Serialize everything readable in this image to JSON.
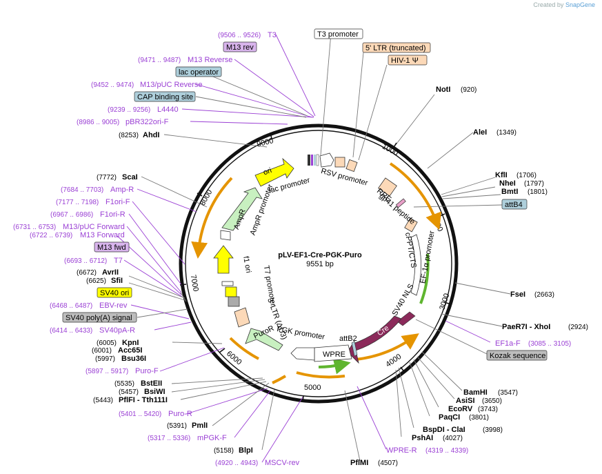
{
  "credit": {
    "prefix": "Created by",
    "brand": "SnapGene"
  },
  "plasmid": {
    "name": "pLV-EF1-Cre-PGK-Puro",
    "size": "9551 bp"
  },
  "ticks": [
    "1000",
    "2000",
    "3000",
    "4000",
    "5000",
    "6000",
    "7000",
    "8000",
    "9000"
  ],
  "colors": {
    "purple": "#9a3fd4",
    "yellow": "#ffff00",
    "orange": "#e59400",
    "green": "#5fb52f",
    "cre": "#8b2a5a",
    "ltr": "#fcd9b8",
    "blue": "#aecfdb",
    "gray": "#bdbdbd"
  },
  "callouts_left": [
    {
      "pos": "(9506 .. 9526)",
      "name": "T3",
      "kind": "primer"
    },
    {
      "name": "M13 rev",
      "kind": "box-purple"
    },
    {
      "pos": "(9471 .. 9487)",
      "name": "M13 Reverse",
      "kind": "primer"
    },
    {
      "name": "lac operator",
      "kind": "box-blue"
    },
    {
      "pos": "(9452 .. 9474)",
      "name": "M13/pUC Reverse",
      "kind": "primer"
    },
    {
      "name": "CAP binding site",
      "kind": "box-blue"
    },
    {
      "pos": "(9239 .. 9256)",
      "name": "L4440",
      "kind": "primer"
    },
    {
      "pos": "(8986 .. 9005)",
      "name": "pBR322ori-F",
      "kind": "primer"
    },
    {
      "pos": "(8253)",
      "name": "AhdI",
      "kind": "enzyme"
    },
    {
      "pos": "(7772)",
      "name": "ScaI",
      "kind": "enzyme"
    },
    {
      "pos": "(7684 .. 7703)",
      "name": "Amp-R",
      "kind": "primer"
    },
    {
      "pos": "(7177 .. 7198)",
      "name": "F1ori-F",
      "kind": "primer"
    },
    {
      "pos": "(6967 .. 6986)",
      "name": "F1ori-R",
      "kind": "primer"
    },
    {
      "pos": "(6731 .. 6753)",
      "name": "M13/pUC Forward",
      "kind": "primer"
    },
    {
      "pos": "(6722 .. 6739)",
      "name": "M13 Forward",
      "kind": "primer"
    },
    {
      "name": "M13 fwd",
      "kind": "box-purple"
    },
    {
      "pos": "(6693 .. 6712)",
      "name": "T7",
      "kind": "primer"
    },
    {
      "pos": "(6672)",
      "name": "AvrII",
      "kind": "enzyme"
    },
    {
      "pos": "(6625)",
      "name": "SfiI",
      "kind": "enzyme"
    },
    {
      "name": "SV40 ori",
      "kind": "box-yellow"
    },
    {
      "pos": "(6468 .. 6487)",
      "name": "EBV-rev",
      "kind": "primer"
    },
    {
      "name": "SV40 poly(A) signal",
      "kind": "box-gray"
    },
    {
      "pos": "(6414 .. 6433)",
      "name": "SV40pA-R",
      "kind": "primer"
    },
    {
      "pos": "(6005)",
      "name": "KpnI",
      "kind": "enzyme"
    },
    {
      "pos": "(6001)",
      "name": "Acc65I",
      "kind": "enzyme"
    },
    {
      "pos": "(5997)",
      "name": "Bsu36I",
      "kind": "enzyme"
    },
    {
      "pos": "(5897 .. 5917)",
      "name": "Puro-F",
      "kind": "primer"
    },
    {
      "pos": "(5535)",
      "name": "BstEII",
      "kind": "enzyme"
    },
    {
      "pos": "(5457)",
      "name": "BsiWI",
      "kind": "enzyme"
    },
    {
      "pos": "(5443)",
      "name": "PflFI - Tth111I",
      "kind": "enzyme"
    },
    {
      "pos": "(5401 .. 5420)",
      "name": "Puro-R",
      "kind": "primer"
    },
    {
      "pos": "(5391)",
      "name": "PmlI",
      "kind": "enzyme"
    },
    {
      "pos": "(5317 .. 5336)",
      "name": "mPGK-F",
      "kind": "primer"
    },
    {
      "pos": "(5158)",
      "name": "BlpI",
      "kind": "enzyme"
    },
    {
      "pos": "(4920 .. 4943)",
      "name": "MSCV-rev",
      "kind": "primer"
    }
  ],
  "callouts_right": [
    {
      "name": "T3 promoter",
      "kind": "box-white"
    },
    {
      "name": "5' LTR (truncated)",
      "kind": "box-ltr"
    },
    {
      "name": "HIV-1 Ψ",
      "kind": "box-ltr"
    },
    {
      "name": "NotI",
      "pos": "(920)",
      "kind": "enzyme"
    },
    {
      "name": "AleI",
      "pos": "(1349)",
      "kind": "enzyme"
    },
    {
      "name": "KflI",
      "pos": "(1706)",
      "kind": "enzyme"
    },
    {
      "name": "NheI",
      "pos": "(1797)",
      "kind": "enzyme"
    },
    {
      "name": "BmtI",
      "pos": "(1801)",
      "kind": "enzyme"
    },
    {
      "name": "attB4",
      "kind": "box-blue"
    },
    {
      "name": "FseI",
      "pos": "(2663)",
      "kind": "enzyme"
    },
    {
      "name": "PaeR7I - XhoI",
      "pos": "(2924)",
      "kind": "enzyme"
    },
    {
      "name": "EF1a-F",
      "pos": "(3085 .. 3105)",
      "kind": "primer"
    },
    {
      "name": "Kozak sequence",
      "kind": "box-gray"
    },
    {
      "name": "BamHI",
      "pos": "(3547)",
      "kind": "enzyme"
    },
    {
      "name": "AsiSI",
      "pos": "(3650)",
      "kind": "enzyme"
    },
    {
      "name": "EcoRV",
      "pos": "(3743)",
      "kind": "enzyme"
    },
    {
      "name": "PaqCI",
      "pos": "(3801)",
      "kind": "enzyme"
    },
    {
      "name": "BspDI - ClaI",
      "pos": "(3998)",
      "kind": "enzyme"
    },
    {
      "name": "PshAI",
      "pos": "(4027)",
      "kind": "enzyme"
    },
    {
      "name": "WPRE-R",
      "pos": "(4319 .. 4339)",
      "kind": "primer"
    },
    {
      "name": "PflMI",
      "pos": "(4507)",
      "kind": "enzyme"
    }
  ],
  "features": [
    "RSV promoter",
    "RRE",
    "gp41 peptide",
    "cPPT/CTS",
    "EF-1α promoter",
    "SV40 NLS",
    "Cre",
    "attB2",
    "WPRE",
    "PGK promoter",
    "PuroR",
    "3' LTR (ΔU3)",
    "T7 promoter",
    "f1 ori",
    "AmpR promoter",
    "AmpR",
    "ori",
    "lac promoter"
  ]
}
